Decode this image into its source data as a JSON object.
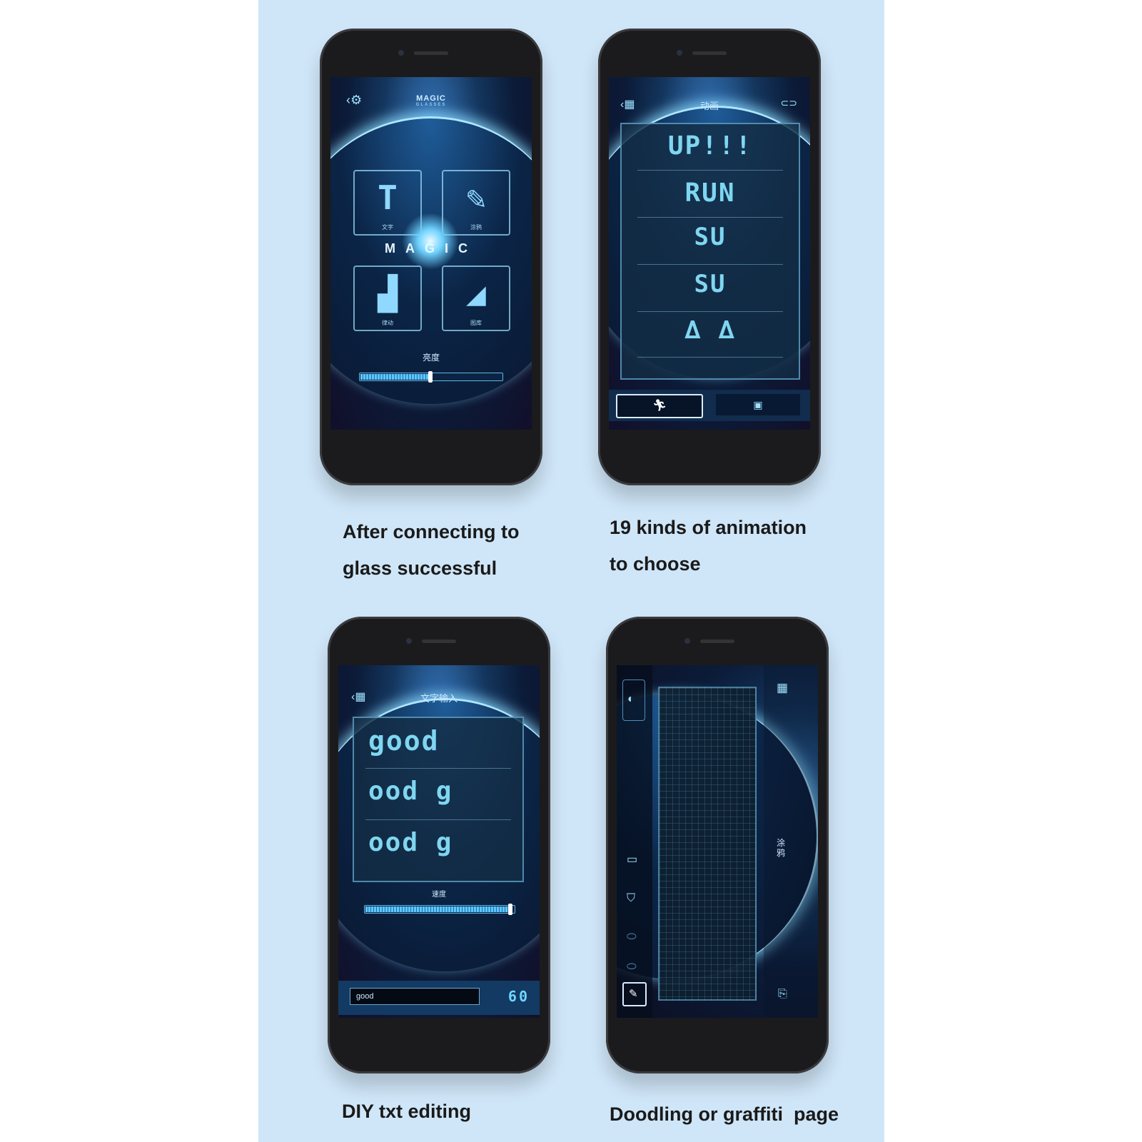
{
  "captions": {
    "c1_line1": "After connecting to",
    "c1_line2": "glass successful",
    "c2_line1": "19 kinds of animation",
    "c2_line2": "to choose",
    "c3": "DIY txt editing",
    "c4": "Doodling or graffiti  page"
  },
  "phone1": {
    "logo_line1": "MAGIC",
    "logo_line2": "GLASSES",
    "center_word": "MAGIC",
    "tiles": [
      {
        "glyph": "T",
        "label": "文字"
      },
      {
        "glyph": "✎",
        "label": "涂鸦"
      },
      {
        "glyph": "▟",
        "label": "律动"
      },
      {
        "glyph": "◢",
        "label": "图库"
      }
    ],
    "brightness_label": "亮度",
    "brightness_value": 0.5
  },
  "phone2": {
    "title": "动画",
    "rows": [
      "UP!!!",
      "RUN",
      "SU",
      "SU",
      "∆ ∆"
    ]
  },
  "phone3": {
    "title": "文字输入",
    "rows": [
      "good",
      "ood g",
      "ood g"
    ],
    "speed_label": "速度",
    "speed_value": 0.98,
    "input_value": "good",
    "counter": "60"
  },
  "phone4": {
    "side_title": "涂鸦"
  }
}
